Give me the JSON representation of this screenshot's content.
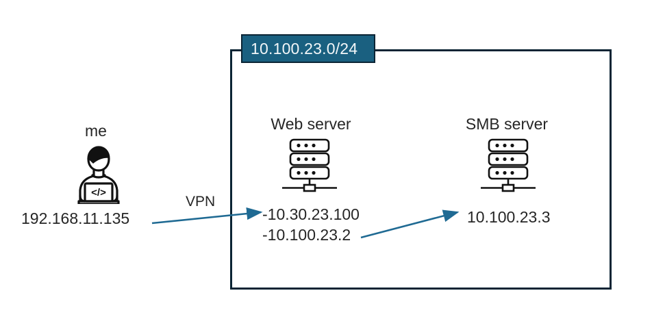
{
  "diagram": {
    "subnet": {
      "label": "10.100.23.0/24",
      "border_color": "#0b2434",
      "label_bg_color": "#1a6080",
      "label_text_color": "#f2f6f8"
    },
    "accent_color": "#1f6a93",
    "nodes": [
      {
        "id": "client",
        "title": "me",
        "icon": "developer-person-icon",
        "ip": "192.168.11.135"
      },
      {
        "id": "web-server",
        "title": "Web server",
        "icon": "server-rack-icon",
        "ip_line_1": "-10.30.23.100",
        "ip_line_2": "-10.100.23.2"
      },
      {
        "id": "smb-server",
        "title": "SMB server",
        "icon": "server-rack-icon",
        "ip": "10.100.23.3"
      }
    ],
    "connections": [
      {
        "id": "vpn-link",
        "label": "VPN",
        "from": "client",
        "to": "web-server"
      },
      {
        "id": "pivot-link",
        "label": "",
        "from": "web-server",
        "to": "smb-server"
      }
    ]
  }
}
